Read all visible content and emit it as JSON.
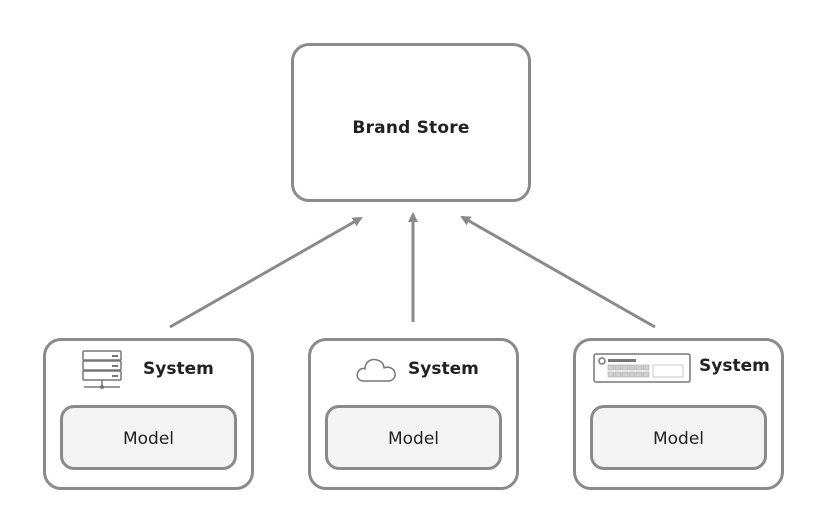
{
  "store": {
    "title": "Brand Store"
  },
  "systems": [
    {
      "label": "System",
      "model": "Model",
      "icon": "server-rack-icon"
    },
    {
      "label": "System",
      "model": "Model",
      "icon": "cloud-icon"
    },
    {
      "label": "System",
      "model": "Model",
      "icon": "rack-device-icon"
    }
  ],
  "colors": {
    "stroke": "#8a8a8a",
    "model_fill": "#f3f3f3"
  }
}
